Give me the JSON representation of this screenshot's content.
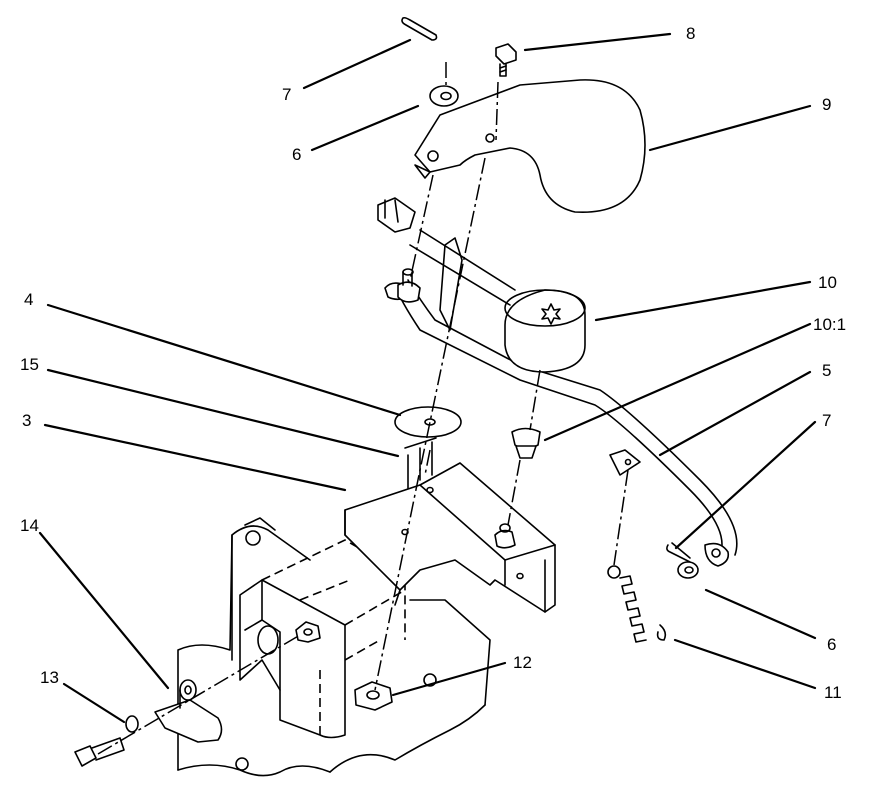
{
  "callouts": [
    {
      "id": "c7a",
      "label": "7"
    },
    {
      "id": "c8",
      "label": "8"
    },
    {
      "id": "c9",
      "label": "9"
    },
    {
      "id": "c6a",
      "label": "6"
    },
    {
      "id": "c10",
      "label": "10"
    },
    {
      "id": "c4",
      "label": "4"
    },
    {
      "id": "c101",
      "label": "10:1"
    },
    {
      "id": "c15",
      "label": "15"
    },
    {
      "id": "c5",
      "label": "5"
    },
    {
      "id": "c3",
      "label": "3"
    },
    {
      "id": "c7b",
      "label": "7"
    },
    {
      "id": "c14",
      "label": "14"
    },
    {
      "id": "c6b",
      "label": "6"
    },
    {
      "id": "c12",
      "label": "12"
    },
    {
      "id": "c13",
      "label": "13"
    },
    {
      "id": "c11",
      "label": "11"
    }
  ]
}
